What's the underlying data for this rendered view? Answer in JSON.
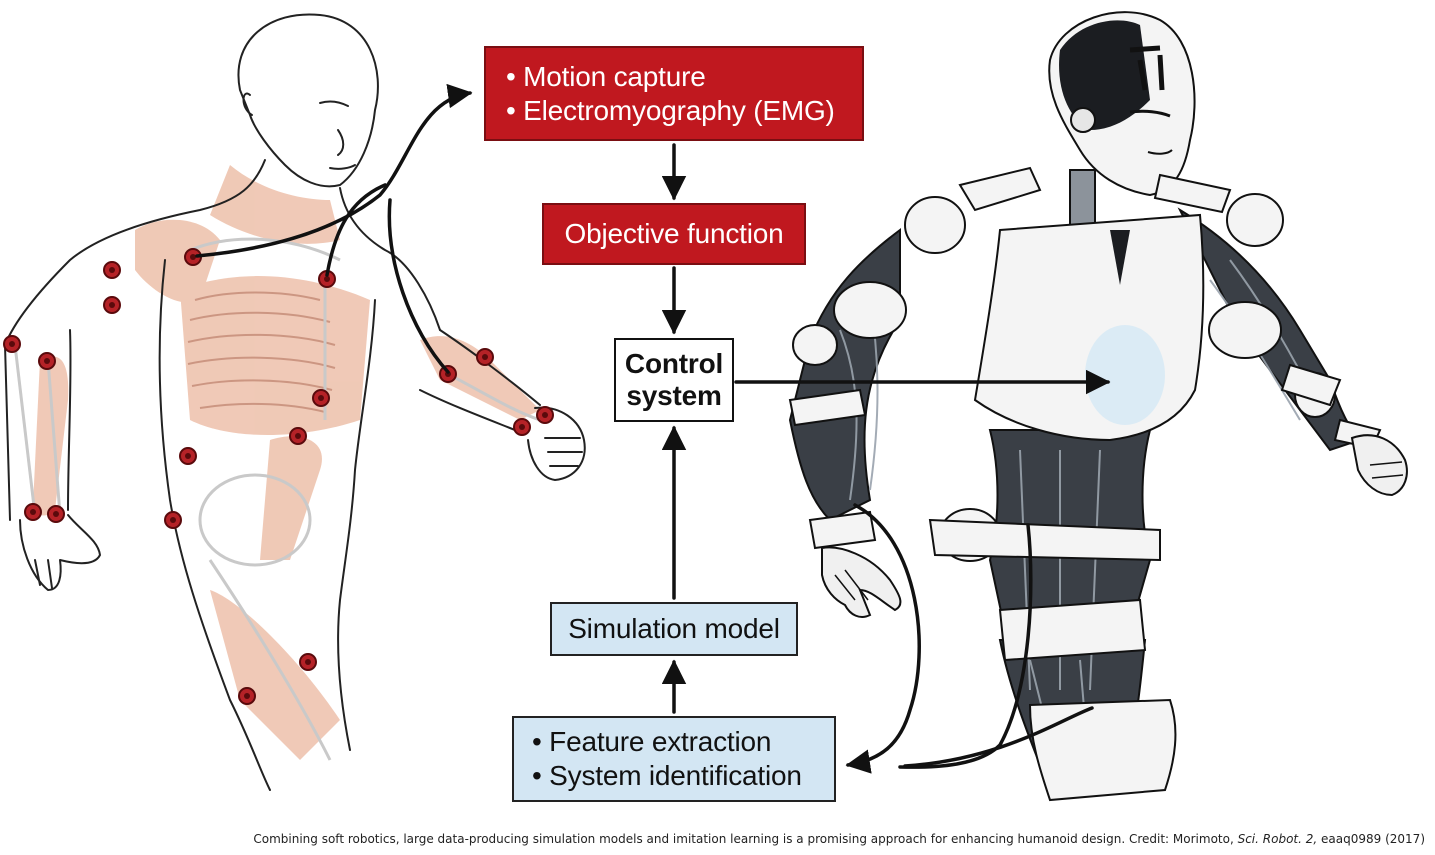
{
  "boxes": {
    "capture": {
      "lines": [
        "• Motion capture",
        "• Electromyography (EMG)"
      ]
    },
    "objective": {
      "label": "Objective function"
    },
    "control": {
      "lines": [
        "Control",
        "system"
      ]
    },
    "simulation": {
      "label": "Simulation model"
    },
    "features": {
      "lines": [
        "• Feature extraction",
        "• System identification"
      ]
    }
  },
  "caption": {
    "text": "Combining soft robotics, large data-producing simulation models and imitation learning is a promising approach for enhancing humanoid design. Credit: Morimoto,",
    "journal": "Sci. Robot. 2,",
    "ref": "eaaq0989 (2017)"
  },
  "colors": {
    "capture_box": "#c0181f",
    "objective_box": "#c0181f",
    "simulation_box": "#d3e6f3",
    "features_box": "#d3e6f3",
    "control_box": "#ffffff",
    "muscle": "#e9b49c",
    "sensor": "#8a1418",
    "robot_dark": "#3a3f46"
  }
}
